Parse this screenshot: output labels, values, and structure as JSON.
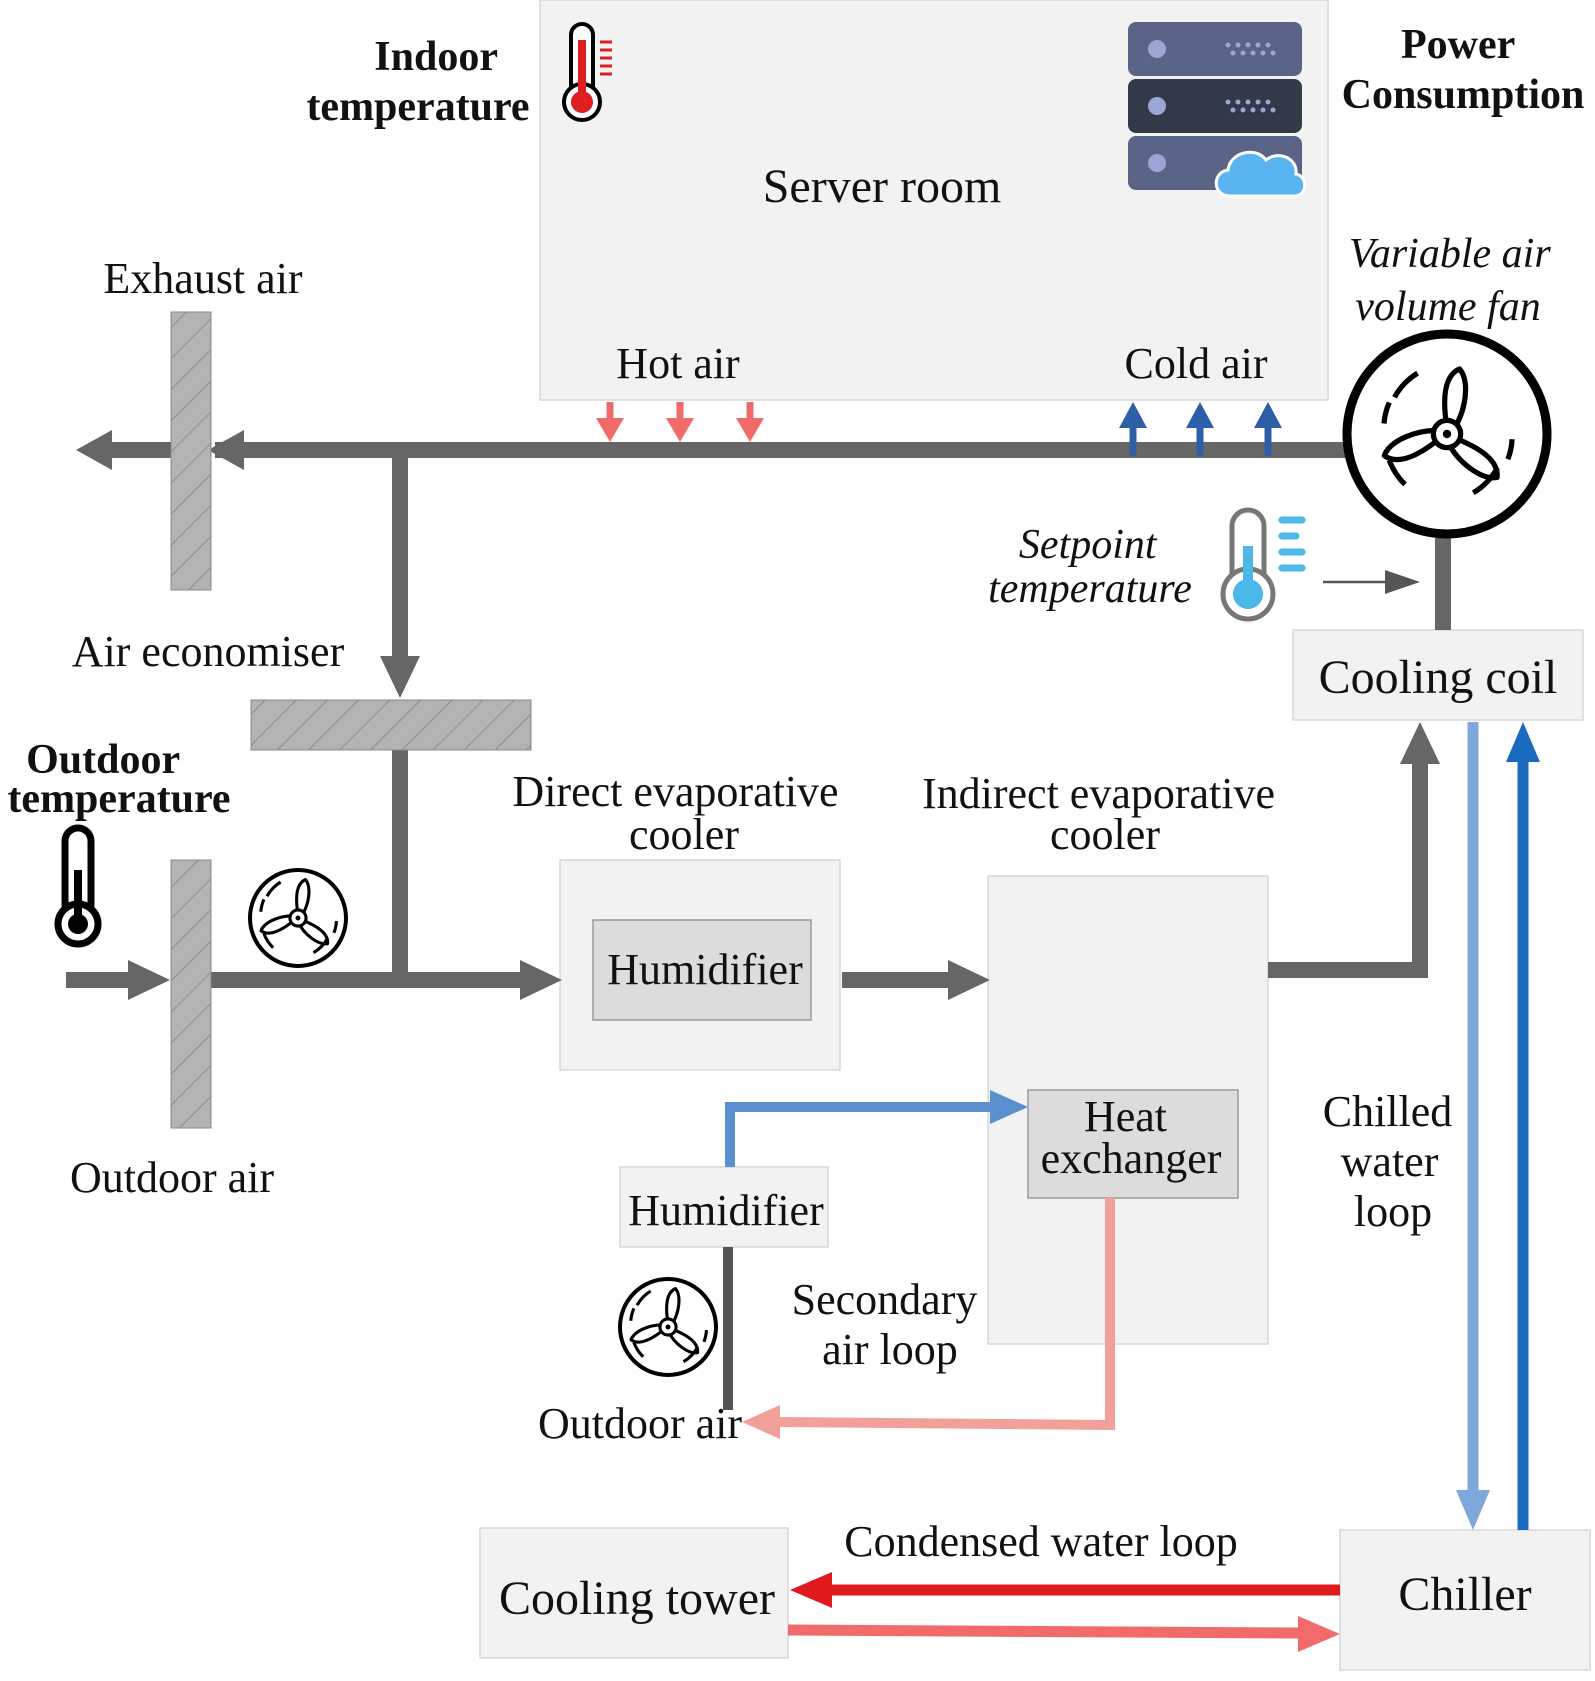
{
  "colors": {
    "duct": "#666666",
    "hot_air": "#f26b6b",
    "cold_air": "#2e5fa6",
    "chilled_supply": "#1a6bbf",
    "chilled_return": "#7ea8dc",
    "condenser_hot": "#e0191e",
    "condenser_warm": "#f26b6b",
    "secondary_in": "#5b8fd0",
    "secondary_out": "#f2a09a",
    "box_fill": "#f2f2f2",
    "inner_fill": "#dcdcdc"
  },
  "labels": {
    "indoor_temperature": [
      "Indoor",
      "temperature"
    ],
    "server_room": "Server room",
    "power_consumption": [
      "Power",
      "Consumption"
    ],
    "exhaust_air": "Exhaust air",
    "variable_air_volume_fan": [
      "Variable air",
      "volume fan"
    ],
    "hot_air": "Hot air",
    "cold_air": "Cold air",
    "setpoint_temperature": [
      "Setpoint",
      "temperature"
    ],
    "cooling_coil": "Cooling coil",
    "air_economiser": "Air economiser",
    "outdoor_temperature": [
      "Outdoor",
      "temperature"
    ],
    "direct_evaporative_cooler": [
      "Direct evaporative",
      "cooler"
    ],
    "indirect_evaporative_cooler": [
      "Indirect evaporative",
      "cooler"
    ],
    "humidifier_direct": "Humidifier",
    "outdoor_air_main": "Outdoor air",
    "heat_exchanger": [
      "Heat",
      "exchanger"
    ],
    "humidifier_secondary": "Humidifier",
    "chilled_water_loop": [
      "Chilled",
      "water",
      "loop"
    ],
    "secondary_air_loop": [
      "Secondary",
      "air loop"
    ],
    "outdoor_air_secondary": "Outdoor air",
    "condensed_water_loop": "Condensed water loop",
    "cooling_tower": "Cooling tower",
    "chiller": "Chiller"
  },
  "icons": {
    "indoor_thermometer": "thermometer-hot-icon",
    "server_rack": "server-cloud-icon",
    "vav_fan": "fan-icon",
    "setpoint_thermometer": "thermometer-cold-icon",
    "outdoor_thermometer": "thermometer-icon",
    "outdoor_fan": "fan-icon",
    "secondary_fan": "fan-icon"
  }
}
